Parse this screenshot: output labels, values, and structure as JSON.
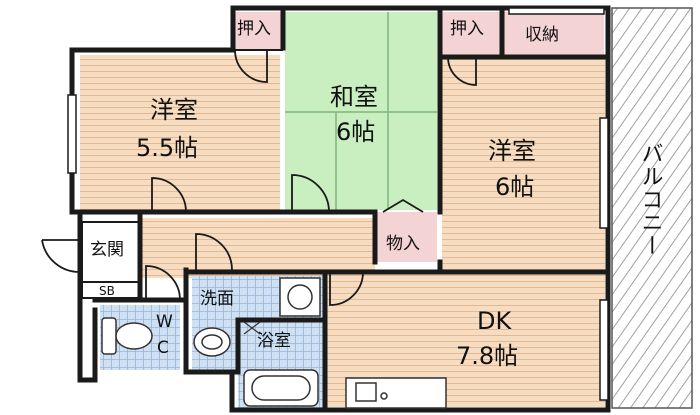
{
  "rooms": {
    "western_room_1": {
      "name": "洋室",
      "size": "5.5帖"
    },
    "japanese_room": {
      "name": "和室",
      "size": "6帖"
    },
    "western_room_2": {
      "name": "洋室",
      "size": "6帖"
    },
    "dining_kitchen": {
      "name": "DK",
      "size": "7.8帖"
    }
  },
  "labels": {
    "closet_oshiire_1": "押入",
    "closet_oshiire_2": "押入",
    "storage_shuno": "収納",
    "storeroom_mono": "物入",
    "entrance": "玄関",
    "shoe_box": "SB",
    "washroom": "洗面",
    "bathroom": "浴室",
    "wc_w": "W",
    "wc_c": "C",
    "balcony": "バルコニー"
  },
  "colors": {
    "wall": "#1a1a1a",
    "wood_floor": "#f6dcc0",
    "wood_line": "#e2b992",
    "tatami": "#c9eec0",
    "tatami_line": "#7fb679",
    "closet": "#f3d3d4",
    "tile": "#cfe0f2",
    "tile_line": "#98b4d6",
    "balcony_line": "#a0a0a0"
  }
}
